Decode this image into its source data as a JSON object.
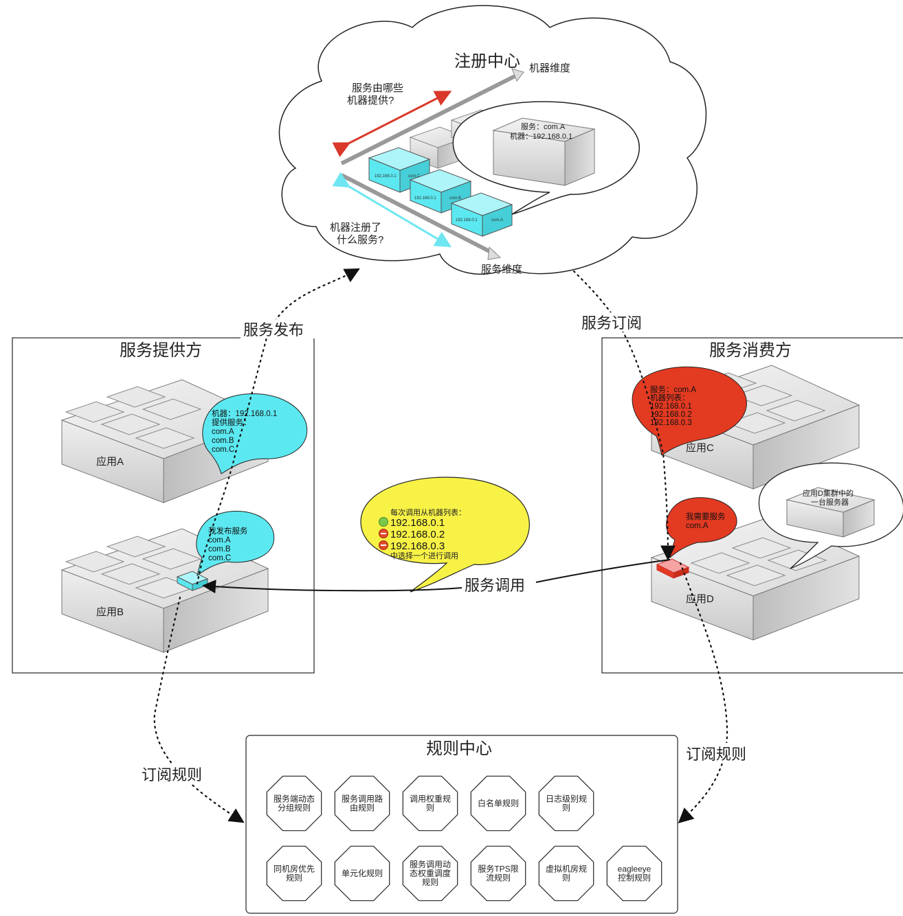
{
  "registry": {
    "title": "注册中心",
    "axis_machine": "机器维度",
    "axis_service": "服务维度",
    "question_machines": [
      "服务由哪些",
      "机器提供?"
    ],
    "question_services": [
      "机器注册了",
      "什么服务?"
    ],
    "bubble": [
      "服务：com.A",
      "机器：192.168.0.1"
    ],
    "cube_labels": [
      {
        "ip": "192.168.0.1",
        "svc": "com.C"
      },
      {
        "ip": "192.168.0.1",
        "svc": "com.B"
      },
      {
        "ip": "192.168.0.1",
        "svc": "com.A"
      }
    ]
  },
  "flows": {
    "publish": "服务发布",
    "subscribe": "服务订阅",
    "invoke": "服务调用",
    "rules_left": "订阅规则",
    "rules_right": "订阅规则"
  },
  "provider": {
    "title": "服务提供方",
    "app_a": "应用A",
    "app_b": "应用B",
    "bubble_a": [
      "机器：192.168.0.1",
      "提供服务：",
      "com.A",
      "com.B",
      "com.C"
    ],
    "bubble_b": [
      "我发布服务",
      "com.A",
      "com.B",
      "com.C"
    ]
  },
  "consumer": {
    "title": "服务消费方",
    "app_c": "应用C",
    "app_d": "应用D",
    "bubble_c": [
      "服务：com.A",
      "机器列表：",
      "192.168.0.1",
      "192.168.0.2",
      "192.168.0.3"
    ],
    "bubble_d": [
      "我需要服务",
      "com.A"
    ],
    "bubble_server": [
      "应用D集群中的",
      "一台服务器"
    ]
  },
  "invoke_bubble": {
    "header": "每次调用从机器列表：",
    "ips": [
      {
        "ip": "192.168.0.1",
        "status": "ok",
        "color": "#7cc84a"
      },
      {
        "ip": "192.168.0.2",
        "status": "blocked",
        "color": "#e04a2a"
      },
      {
        "ip": "192.168.0.3",
        "status": "blocked",
        "color": "#e04a2a"
      }
    ],
    "footer": "中选择一个进行调用"
  },
  "rules": {
    "title": "规则中心",
    "row1": [
      [
        "服务端动态",
        "分组规则"
      ],
      [
        "服务调用路",
        "由规则"
      ],
      [
        "调用权重规",
        "则"
      ],
      [
        "白名单规则"
      ],
      [
        "日志级别规",
        "则"
      ]
    ],
    "row2": [
      [
        "同机房优先",
        "规则"
      ],
      [
        "单元化规则"
      ],
      [
        "服务调用动",
        "态权重调度",
        "规则"
      ],
      [
        "服务TPS限",
        "流规则"
      ],
      [
        "虚拟机房规",
        "则"
      ],
      [
        "eagleeye",
        "控制规则"
      ]
    ]
  },
  "colors": {
    "cyan": "#5ce8f0",
    "red": "#e33a22",
    "yellow": "#f8f247",
    "arrow_red": "#d9382a",
    "arrow_cyan": "#6fe6f2"
  }
}
